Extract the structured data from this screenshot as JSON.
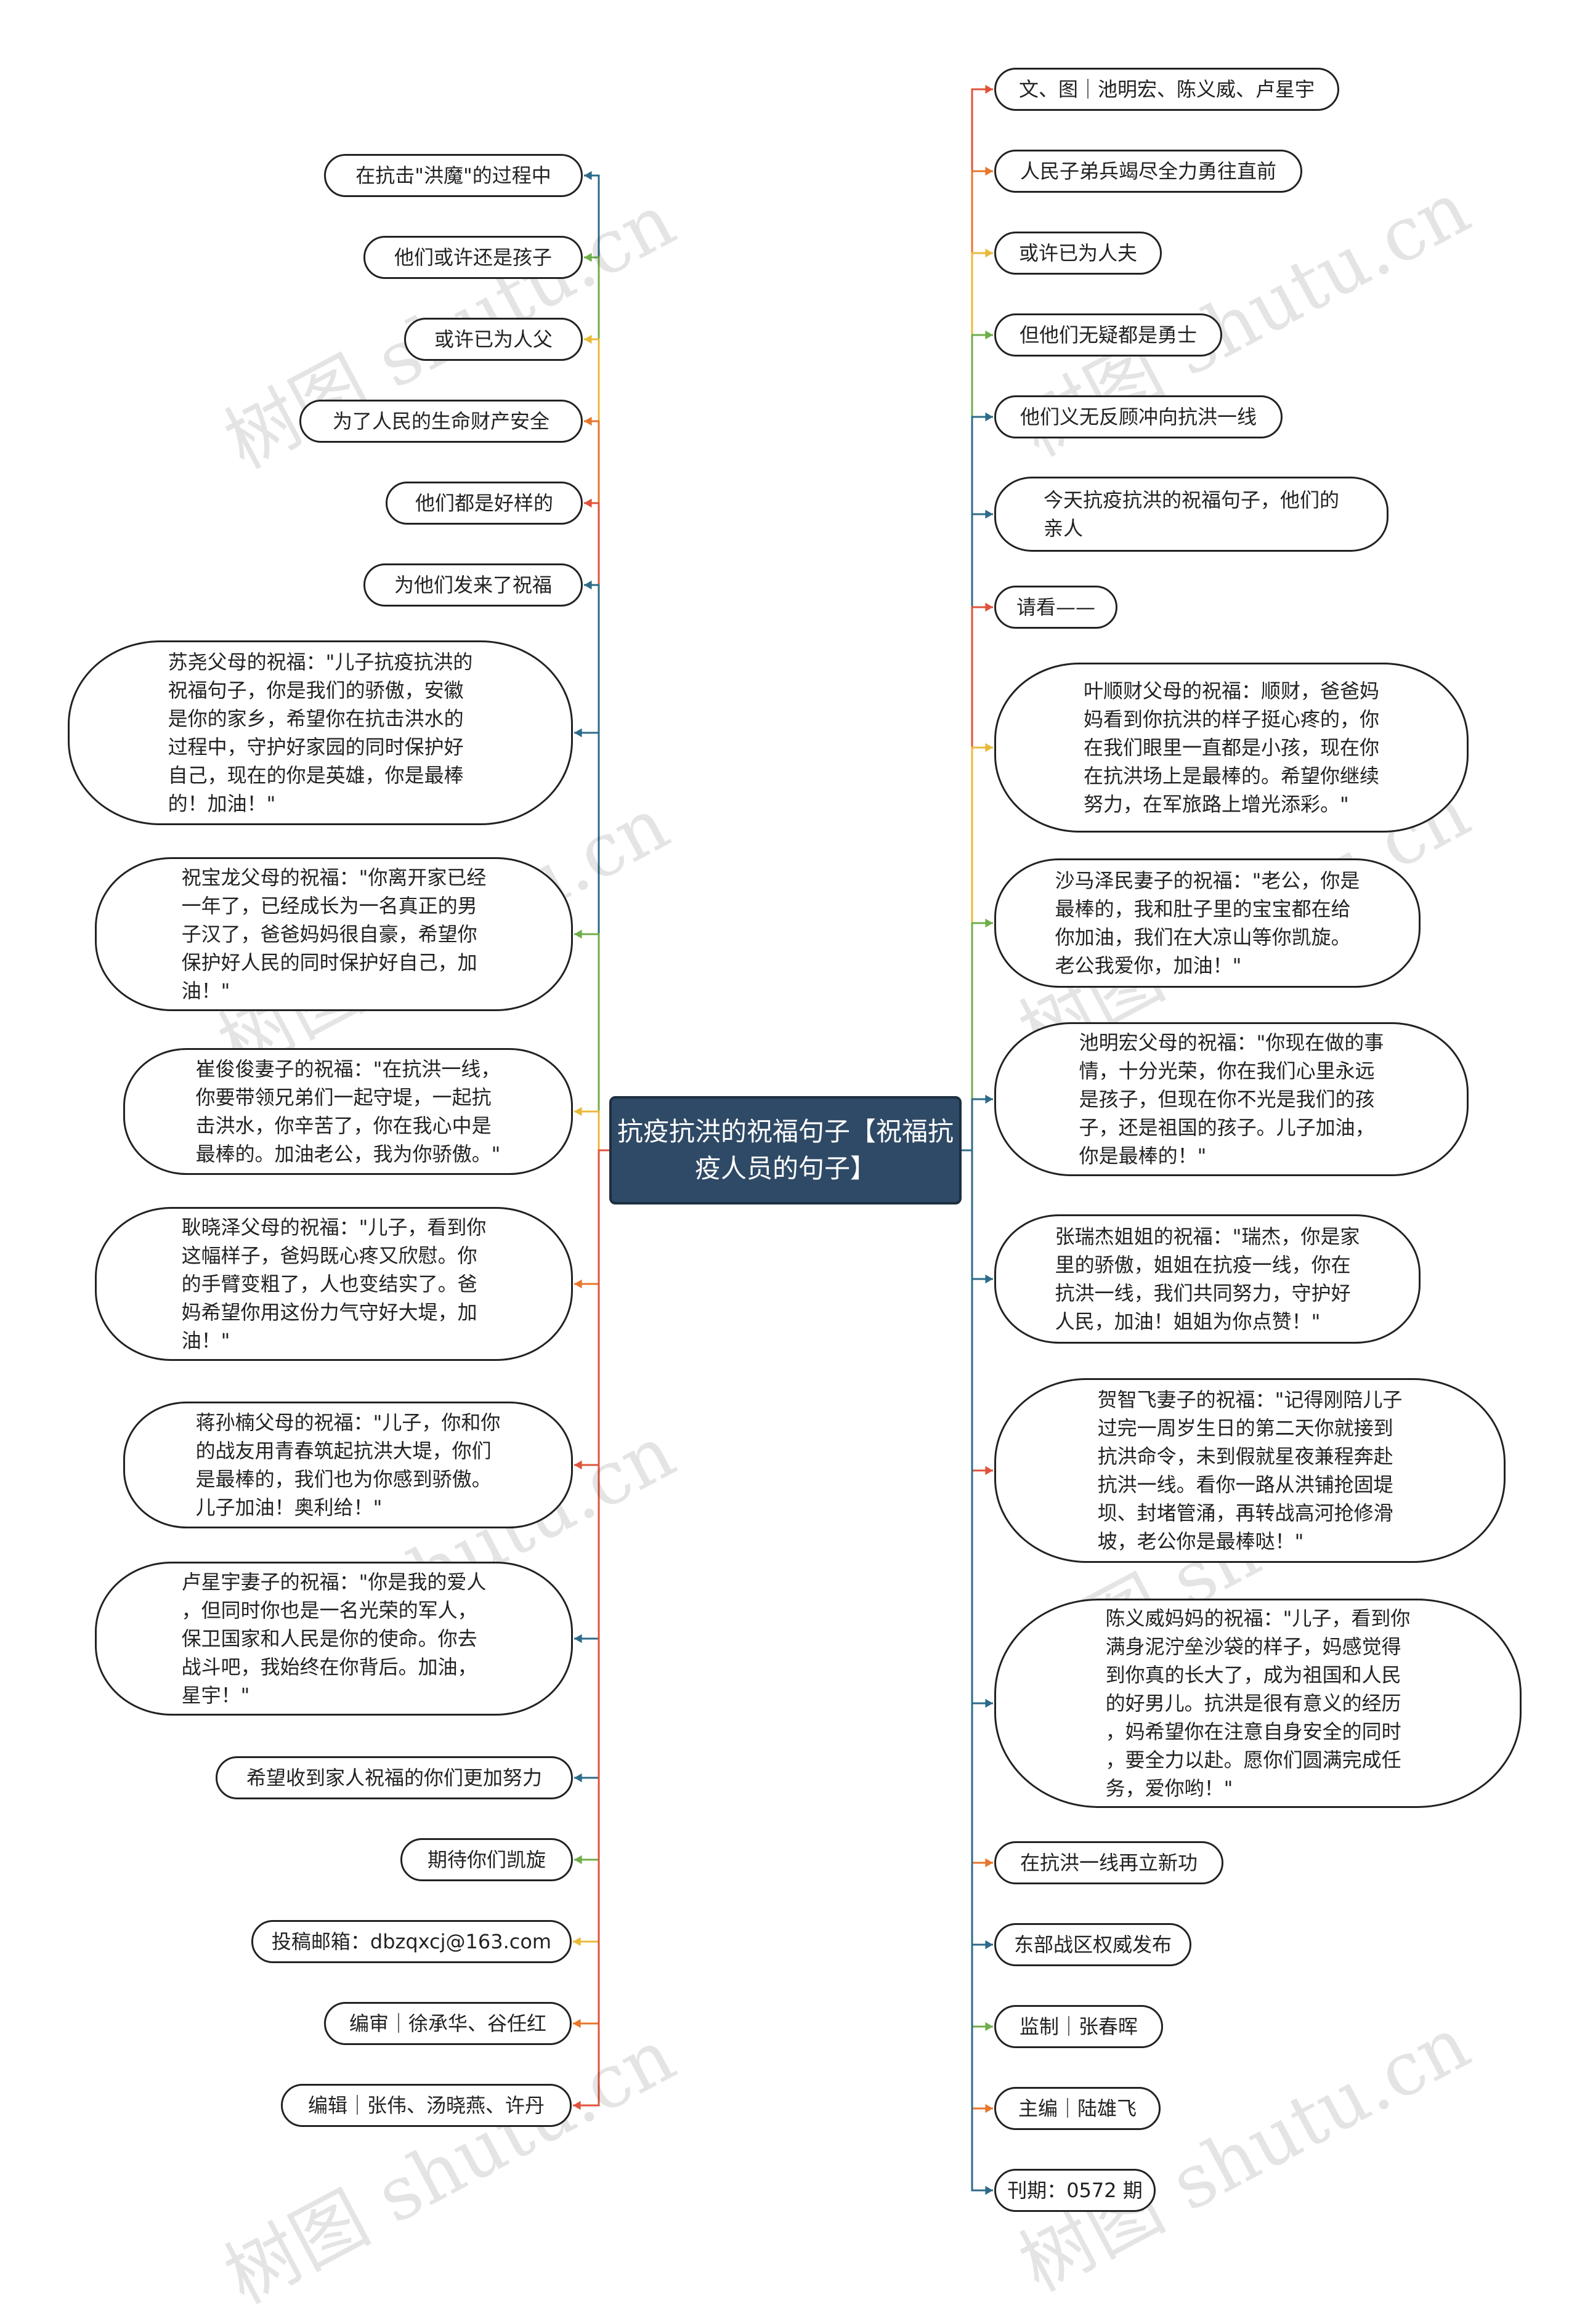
{
  "watermark": "树图 shutu.cn",
  "root": {
    "title": "抗疫抗洪的祝福句子【祝福抗疫人员的句子】"
  },
  "branch_colors": [
    "#e0533a",
    "#e8762b",
    "#e9b93a",
    "#6fae4a",
    "#3f7fa0",
    "#2d6b8a"
  ],
  "left": [
    {
      "text": "在抗击\"洪魔\"的过程中",
      "color": "#2d6b8a"
    },
    {
      "text": "他们或许还是孩子",
      "color": "#6fae4a"
    },
    {
      "text": "或许已为人父",
      "color": "#e9b93a"
    },
    {
      "text": "为了人民的生命财产安全",
      "color": "#e8762b"
    },
    {
      "text": "他们都是好样的",
      "color": "#e0533a"
    },
    {
      "text": "为他们发来了祝福",
      "color": "#2d6b8a"
    },
    {
      "text": "苏尧父母的祝福：\"儿子抗疫抗洪的\n祝福句子，你是我们的骄傲，安徽\n是你的家乡，希望你在抗击洪水的\n过程中，守护好家园的同时保护好\n自己，现在的你是英雄，你是最棒\n的！加油！\"",
      "color": "#2d6b8a"
    },
    {
      "text": "祝宝龙父母的祝福：\"你离开家已经\n一年了，已经成长为一名真正的男\n子汉了，爸爸妈妈很自豪，希望你\n保护好人民的同时保护好自己，加\n油！\"",
      "color": "#6fae4a"
    },
    {
      "text": "崔俊俊妻子的祝福：\"在抗洪一线，\n你要带领兄弟们一起守堤，一起抗\n击洪水，你辛苦了，你在我心中是\n最棒的。加油老公，我为你骄傲。\"",
      "color": "#e9b93a"
    },
    {
      "text": "耿晓泽父母的祝福：\"儿子，看到你\n这幅样子，爸妈既心疼又欣慰。你\n的手臂变粗了，人也变结实了。爸\n妈希望你用这份力气守好大堤，加\n油！\"",
      "color": "#e8762b"
    },
    {
      "text": "蒋孙楠父母的祝福：\"儿子，你和你\n的战友用青春筑起抗洪大堤，你们\n是最棒的，我们也为你感到骄傲。\n儿子加油！奥利给！\"",
      "color": "#e0533a"
    },
    {
      "text": "卢星宇妻子的祝福：\"你是我的爱人\n，但同时你也是一名光荣的军人，\n保卫国家和人民是你的使命。你去\n战斗吧，我始终在你背后。加油，\n星宇！\"",
      "color": "#2d6b8a"
    },
    {
      "text": "希望收到家人祝福的你们更加努力",
      "color": "#2d6b8a"
    },
    {
      "text": "期待你们凯旋",
      "color": "#6fae4a"
    },
    {
      "text": "投稿邮箱：dbzqxcj@163.com",
      "color": "#e9b93a"
    },
    {
      "text": "编审｜徐承华、谷任红",
      "color": "#e8762b"
    },
    {
      "text": "编辑｜张伟、汤晓燕、许丹",
      "color": "#e0533a"
    }
  ],
  "right": [
    {
      "text": "文、图｜池明宏、陈义威、卢星宇",
      "color": "#e0533a"
    },
    {
      "text": "人民子弟兵竭尽全力勇往直前",
      "color": "#e8762b"
    },
    {
      "text": "或许已为人夫",
      "color": "#e9b93a"
    },
    {
      "text": "但他们无疑都是勇士",
      "color": "#6fae4a"
    },
    {
      "text": "他们义无反顾冲向抗洪一线",
      "color": "#2d6b8a"
    },
    {
      "text": "今天抗疫抗洪的祝福句子，他们的\n亲人",
      "color": "#2d6b8a"
    },
    {
      "text": "请看——",
      "color": "#e0533a"
    },
    {
      "text": "叶顺财父母的祝福：顺财，爸爸妈\n妈看到你抗洪的样子挺心疼的，你\n在我们眼里一直都是小孩，现在你\n在抗洪场上是最棒的。希望你继续\n努力，在军旅路上增光添彩。\"",
      "color": "#e9b93a"
    },
    {
      "text": "沙马泽民妻子的祝福：\"老公，你是\n最棒的，我和肚子里的宝宝都在给\n你加油，我们在大凉山等你凯旋。\n老公我爱你，加油！\"",
      "color": "#6fae4a"
    },
    {
      "text": "池明宏父母的祝福：\"你现在做的事\n情，十分光荣，你在我们心里永远\n是孩子，但现在你不光是我们的孩\n子，还是祖国的孩子。儿子加油，\n你是最棒的！\"",
      "color": "#2d6b8a"
    },
    {
      "text": "张瑞杰姐姐的祝福：\"瑞杰，你是家\n里的骄傲，姐姐在抗疫一线，你在\n抗洪一线，我们共同努力，守护好\n人民，加油！姐姐为你点赞！\"",
      "color": "#2d6b8a"
    },
    {
      "text": "贺智飞妻子的祝福：\"记得刚陪儿子\n过完一周岁生日的第二天你就接到\n抗洪命令，未到假就星夜兼程奔赴\n抗洪一线。看你一路从洪铺抢固堤\n坝、封堵管涌，再转战高河抢修滑\n坡，老公你是最棒哒！\"",
      "color": "#e0533a"
    },
    {
      "text": "陈义威妈妈的祝福：\"儿子，看到你\n满身泥泞垒沙袋的样子，妈感觉得\n到你真的长大了，成为祖国和人民\n的好男儿。抗洪是很有意义的经历\n，妈希望你在注意自身安全的同时\n，要全力以赴。愿你们圆满完成任\n务，爱你哟！\"",
      "color": "#2d6b8a"
    },
    {
      "text": "在抗洪一线再立新功",
      "color": "#e8762b"
    },
    {
      "text": "东部战区权威发布",
      "color": "#2d6b8a"
    },
    {
      "text": "监制｜张春晖",
      "color": "#6fae4a"
    },
    {
      "text": "主编｜陆雄飞",
      "color": "#e8762b"
    },
    {
      "text": "刊期：0572 期",
      "color": "#2d6b8a"
    }
  ]
}
